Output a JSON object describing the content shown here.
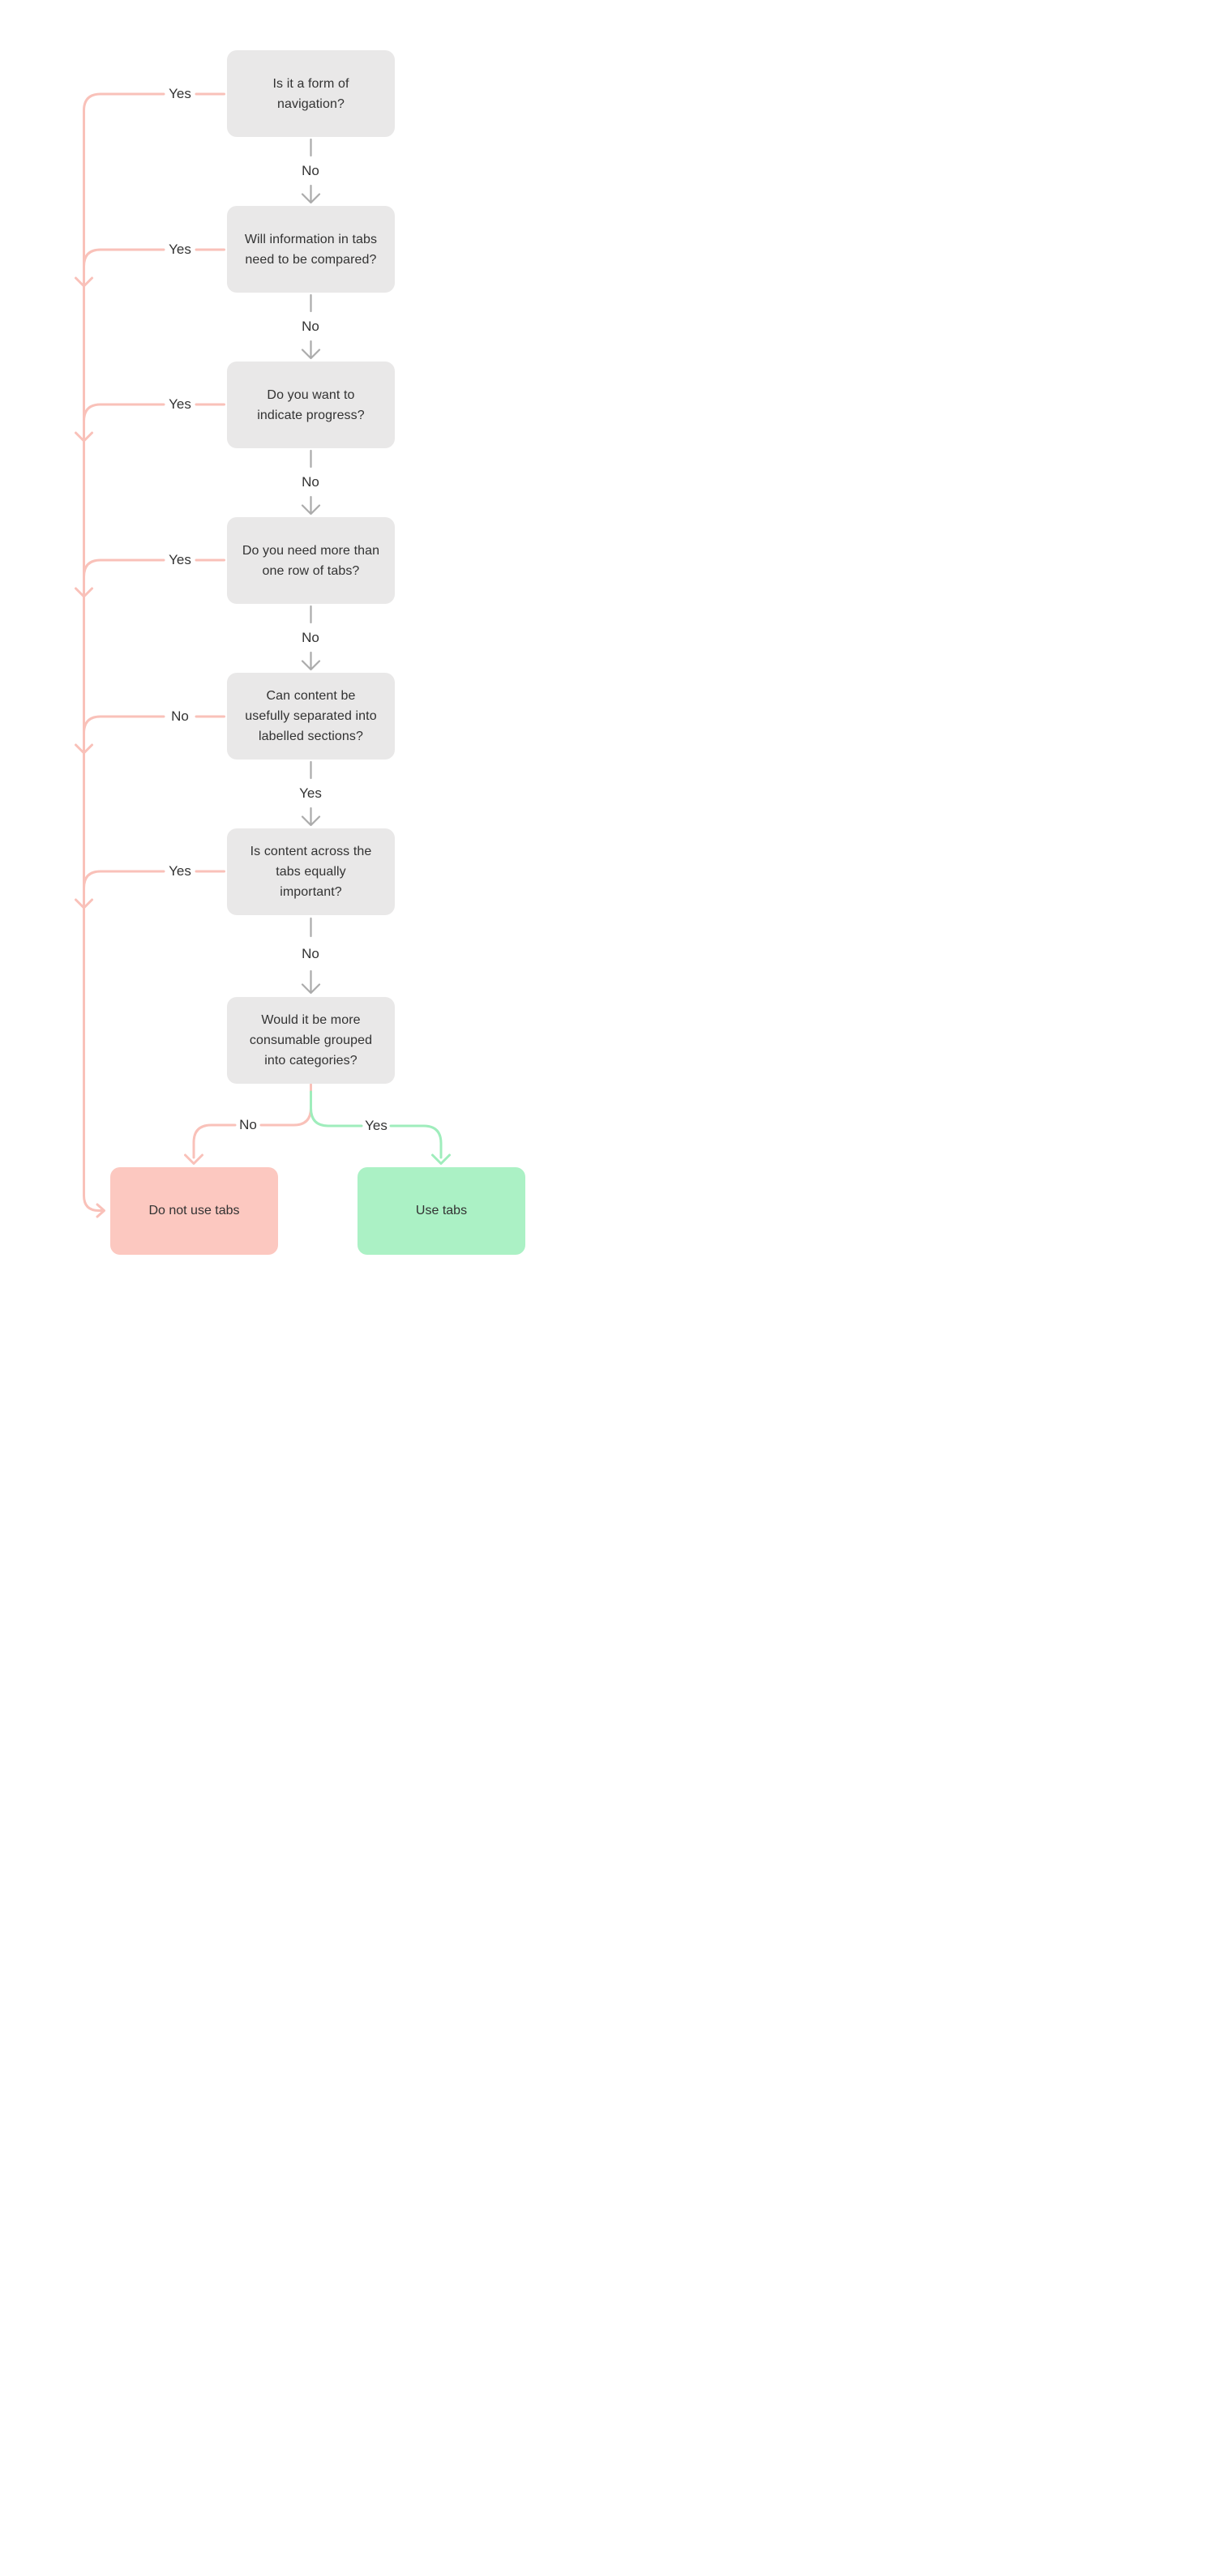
{
  "flowchart": {
    "questions": [
      {
        "id": "q1",
        "text": "Is it a form of\nnavigation?",
        "left_label": "Yes",
        "down_label": "No"
      },
      {
        "id": "q2",
        "text": "Will information in tabs\nneed to be compared?",
        "left_label": "Yes",
        "down_label": "No"
      },
      {
        "id": "q3",
        "text": "Do you want to\nindicate progress?",
        "left_label": "Yes",
        "down_label": "No"
      },
      {
        "id": "q4",
        "text": "Do you need more than\none row of tabs?",
        "left_label": "Yes",
        "down_label": "No"
      },
      {
        "id": "q5",
        "text": "Can content be\nusefully separated into\nlabelled sections?",
        "left_label": "No",
        "down_label": "Yes"
      },
      {
        "id": "q6",
        "text": "Is content across the\ntabs equally\nimportant?",
        "left_label": "Yes",
        "down_label": "No"
      },
      {
        "id": "q7",
        "text": "Would it be more\nconsumable grouped\ninto categories?",
        "split_no_label": "No",
        "split_yes_label": "Yes"
      }
    ],
    "outcomes": {
      "negative": {
        "text": "Do not use tabs"
      },
      "positive": {
        "text": "Use tabs"
      }
    },
    "colors": {
      "question_box": "#e9e8e8",
      "question_text": "#323232",
      "connector_gray": "#ababab",
      "no_line_pink": "#f9c1b9",
      "negative_box_pink": "#fcc8c0",
      "yes_line_green": "#9fedbc",
      "positive_box_green": "#abf1c5",
      "label_text": "#333333"
    }
  }
}
